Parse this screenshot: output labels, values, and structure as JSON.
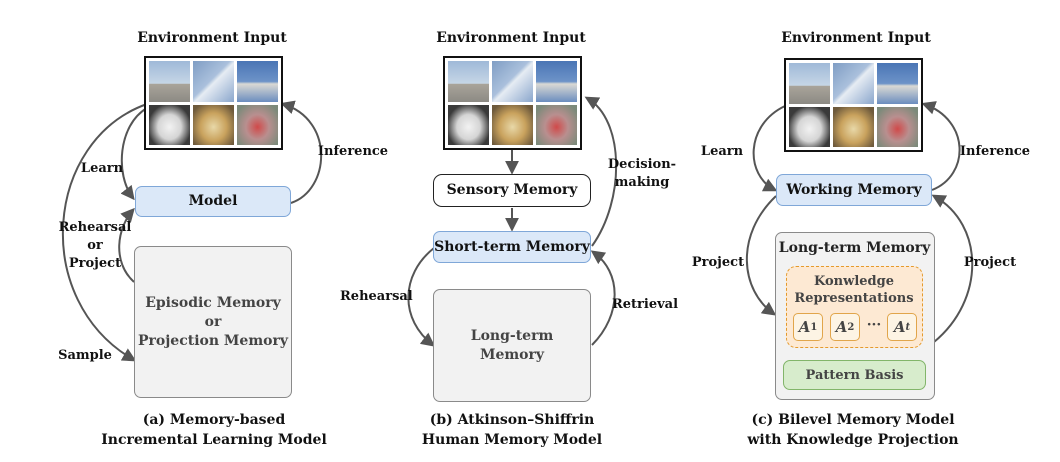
{
  "panels": [
    {
      "env_title": "Environment Input",
      "caption_line1": "(a) Memory-based",
      "caption_line2": "Incremental Learning Model",
      "model": "Model",
      "memory_line1": "Episodic Memory",
      "memory_line2": "or",
      "memory_line3": "Projection Memory",
      "learn": "Learn",
      "inference": "Inference",
      "rehearsal_line1": "Rehearsal",
      "rehearsal_line2": "or",
      "rehearsal_line3": "Project",
      "sample": "Sample"
    },
    {
      "env_title": "Environment Input",
      "caption_line1": "(b) Atkinson–Shiffrin",
      "caption_line2": "Human Memory Model",
      "sensory": "Sensory Memory",
      "short_term": "Short-term Memory",
      "long_term_line1": "Long-term",
      "long_term_line2": "Memory",
      "decision_line1": "Decision-",
      "decision_line2": "making",
      "rehearsal": "Rehearsal",
      "retrieval": "Retrieval"
    },
    {
      "env_title": "Environment Input",
      "caption_line1": "(c) Bilevel Memory Model",
      "caption_line2": "with Knowledge Projection",
      "working": "Working Memory",
      "long_term": "Long-term Memory",
      "knowledge_line1": "Konwledge",
      "knowledge_line2": "Representations",
      "a1": "A",
      "a1_sub": "1",
      "a2": "A",
      "a2_sub": "2",
      "dots": "···",
      "at": "A",
      "at_sub": "t",
      "pattern": "Pattern Basis",
      "learn": "Learn",
      "inference": "Inference",
      "project_left": "Project",
      "project_right": "Project"
    }
  ],
  "colors": {
    "blue_fill": "#dbe8f8",
    "gray_fill": "#f2f2f2",
    "orange_fill": "#fde9d3",
    "green_fill": "#d7eccc",
    "arrow": "#555555"
  }
}
